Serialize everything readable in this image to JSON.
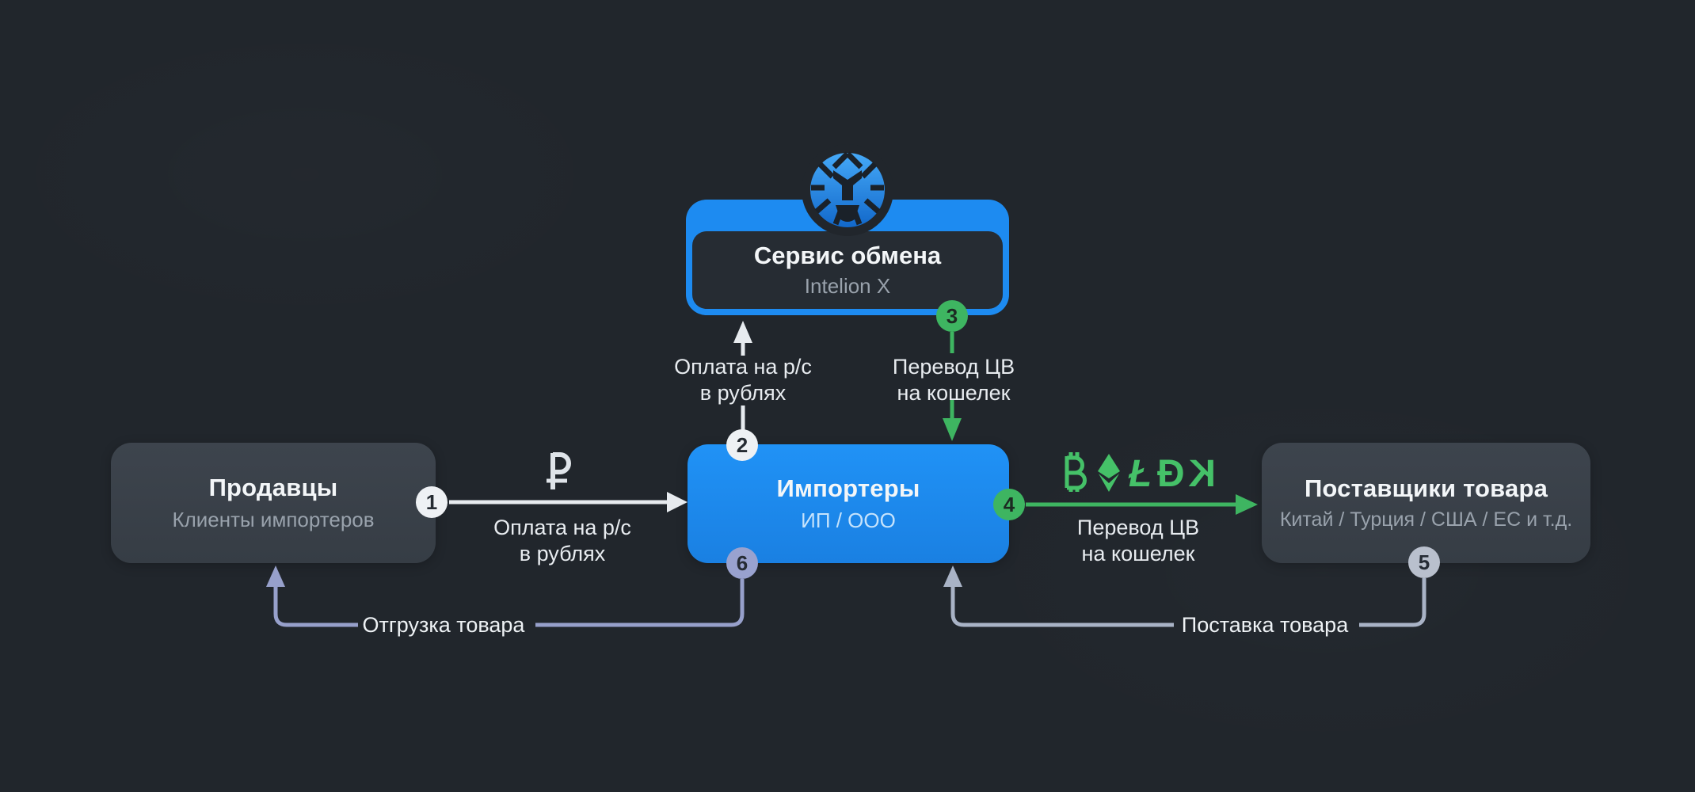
{
  "page": {
    "background": "#21262c"
  },
  "colors": {
    "accent_blue": "#1d8bf1",
    "accent_green": "#3eb561",
    "white_arrow": "#e7ebef",
    "periwinkle_line": "#97a0cb",
    "steel_line": "#a9b3c6",
    "gray_box": "#3a414a",
    "dark_panel": "#262c33",
    "secondary_text": "#99a2ac"
  },
  "nodes": {
    "exchange": {
      "title": "Сервис обмена",
      "subtitle": "Intelion X",
      "logo_icon": "lion-logo"
    },
    "sellers": {
      "title": "Продавцы",
      "subtitle": "Клиенты импортеров"
    },
    "importers": {
      "title": "Импортеры",
      "subtitle": "ИП / ООО"
    },
    "suppliers": {
      "title": "Поставщики товара",
      "subtitle": "Китай / Турция / США / ЕС и т.д."
    }
  },
  "edges": {
    "e1": {
      "num": "1",
      "label1": "Оплата на р/с",
      "label2": "в рублях",
      "symbol": "₽",
      "symbol_icon": "ruble-icon"
    },
    "e2": {
      "num": "2",
      "label1": "Оплата на р/с",
      "label2": "в рублях"
    },
    "e3": {
      "num": "3",
      "label1": "Перевод ЦВ",
      "label2": "на кошелек"
    },
    "e4": {
      "num": "4",
      "label1": "Перевод ЦВ",
      "label2": "на кошелек",
      "symbols": [
        {
          "name": "bitcoin-icon",
          "glyph": "₿"
        },
        {
          "name": "ethereum-icon",
          "glyph": "⟠"
        },
        {
          "name": "litecoin-icon",
          "glyph": "Ł"
        },
        {
          "name": "dogecoin-icon",
          "glyph": "Đ"
        },
        {
          "name": "kaspa-icon",
          "glyph": "K"
        }
      ]
    },
    "e5": {
      "num": "5",
      "label": "Поставка товара"
    },
    "e6": {
      "num": "6",
      "label": "Отгрузка товара"
    }
  }
}
